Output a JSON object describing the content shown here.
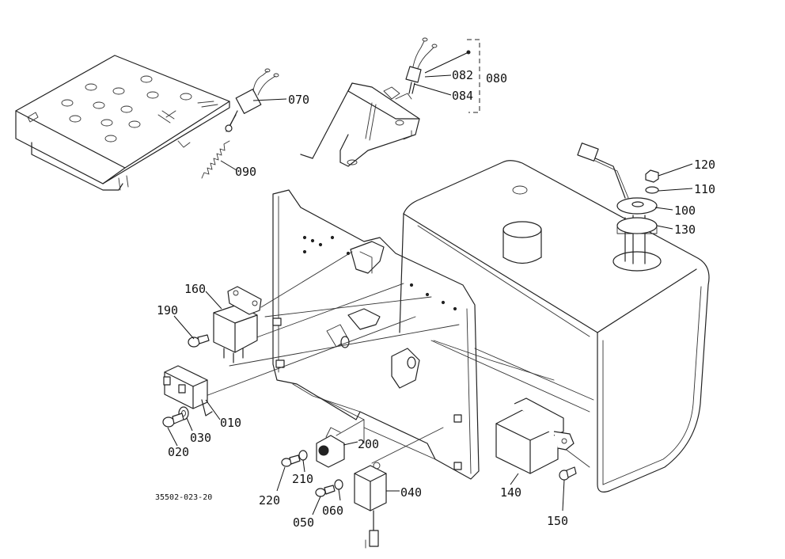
{
  "drawing_code": "35502-023-20",
  "parts": [
    {
      "id": "070",
      "label": "070"
    },
    {
      "id": "090",
      "label": "090"
    },
    {
      "id": "082",
      "label": "082"
    },
    {
      "id": "080",
      "label": "080"
    },
    {
      "id": "084",
      "label": "084"
    },
    {
      "id": "120",
      "label": "120"
    },
    {
      "id": "110",
      "label": "110"
    },
    {
      "id": "100",
      "label": "100"
    },
    {
      "id": "130",
      "label": "130"
    },
    {
      "id": "160",
      "label": "160"
    },
    {
      "id": "190",
      "label": "190"
    },
    {
      "id": "010",
      "label": "010"
    },
    {
      "id": "030",
      "label": "030"
    },
    {
      "id": "020",
      "label": "020"
    },
    {
      "id": "200",
      "label": "200"
    },
    {
      "id": "210",
      "label": "210"
    },
    {
      "id": "220",
      "label": "220"
    },
    {
      "id": "040",
      "label": "040"
    },
    {
      "id": "060",
      "label": "060"
    },
    {
      "id": "050",
      "label": "050"
    },
    {
      "id": "140",
      "label": "140"
    },
    {
      "id": "150",
      "label": "150"
    }
  ]
}
